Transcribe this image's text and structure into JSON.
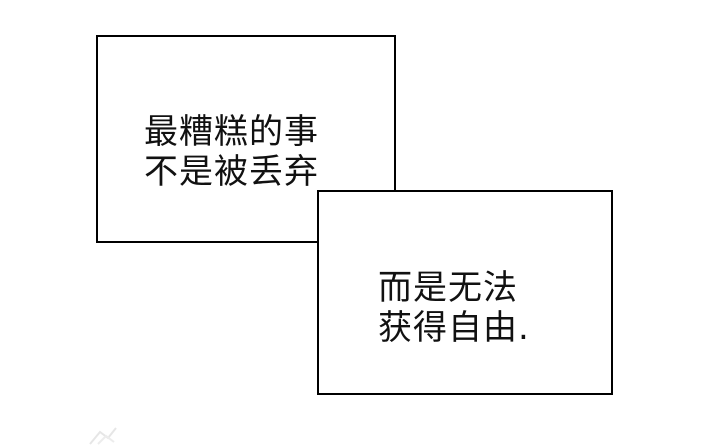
{
  "captions": {
    "first": {
      "line1": "最糟糕的事",
      "line2": "不是被丢弃"
    },
    "second": {
      "line1": "而是无法",
      "line2": "获得自由."
    }
  },
  "colors": {
    "border": "#000000",
    "background": "#ffffff",
    "text": "#111111"
  }
}
